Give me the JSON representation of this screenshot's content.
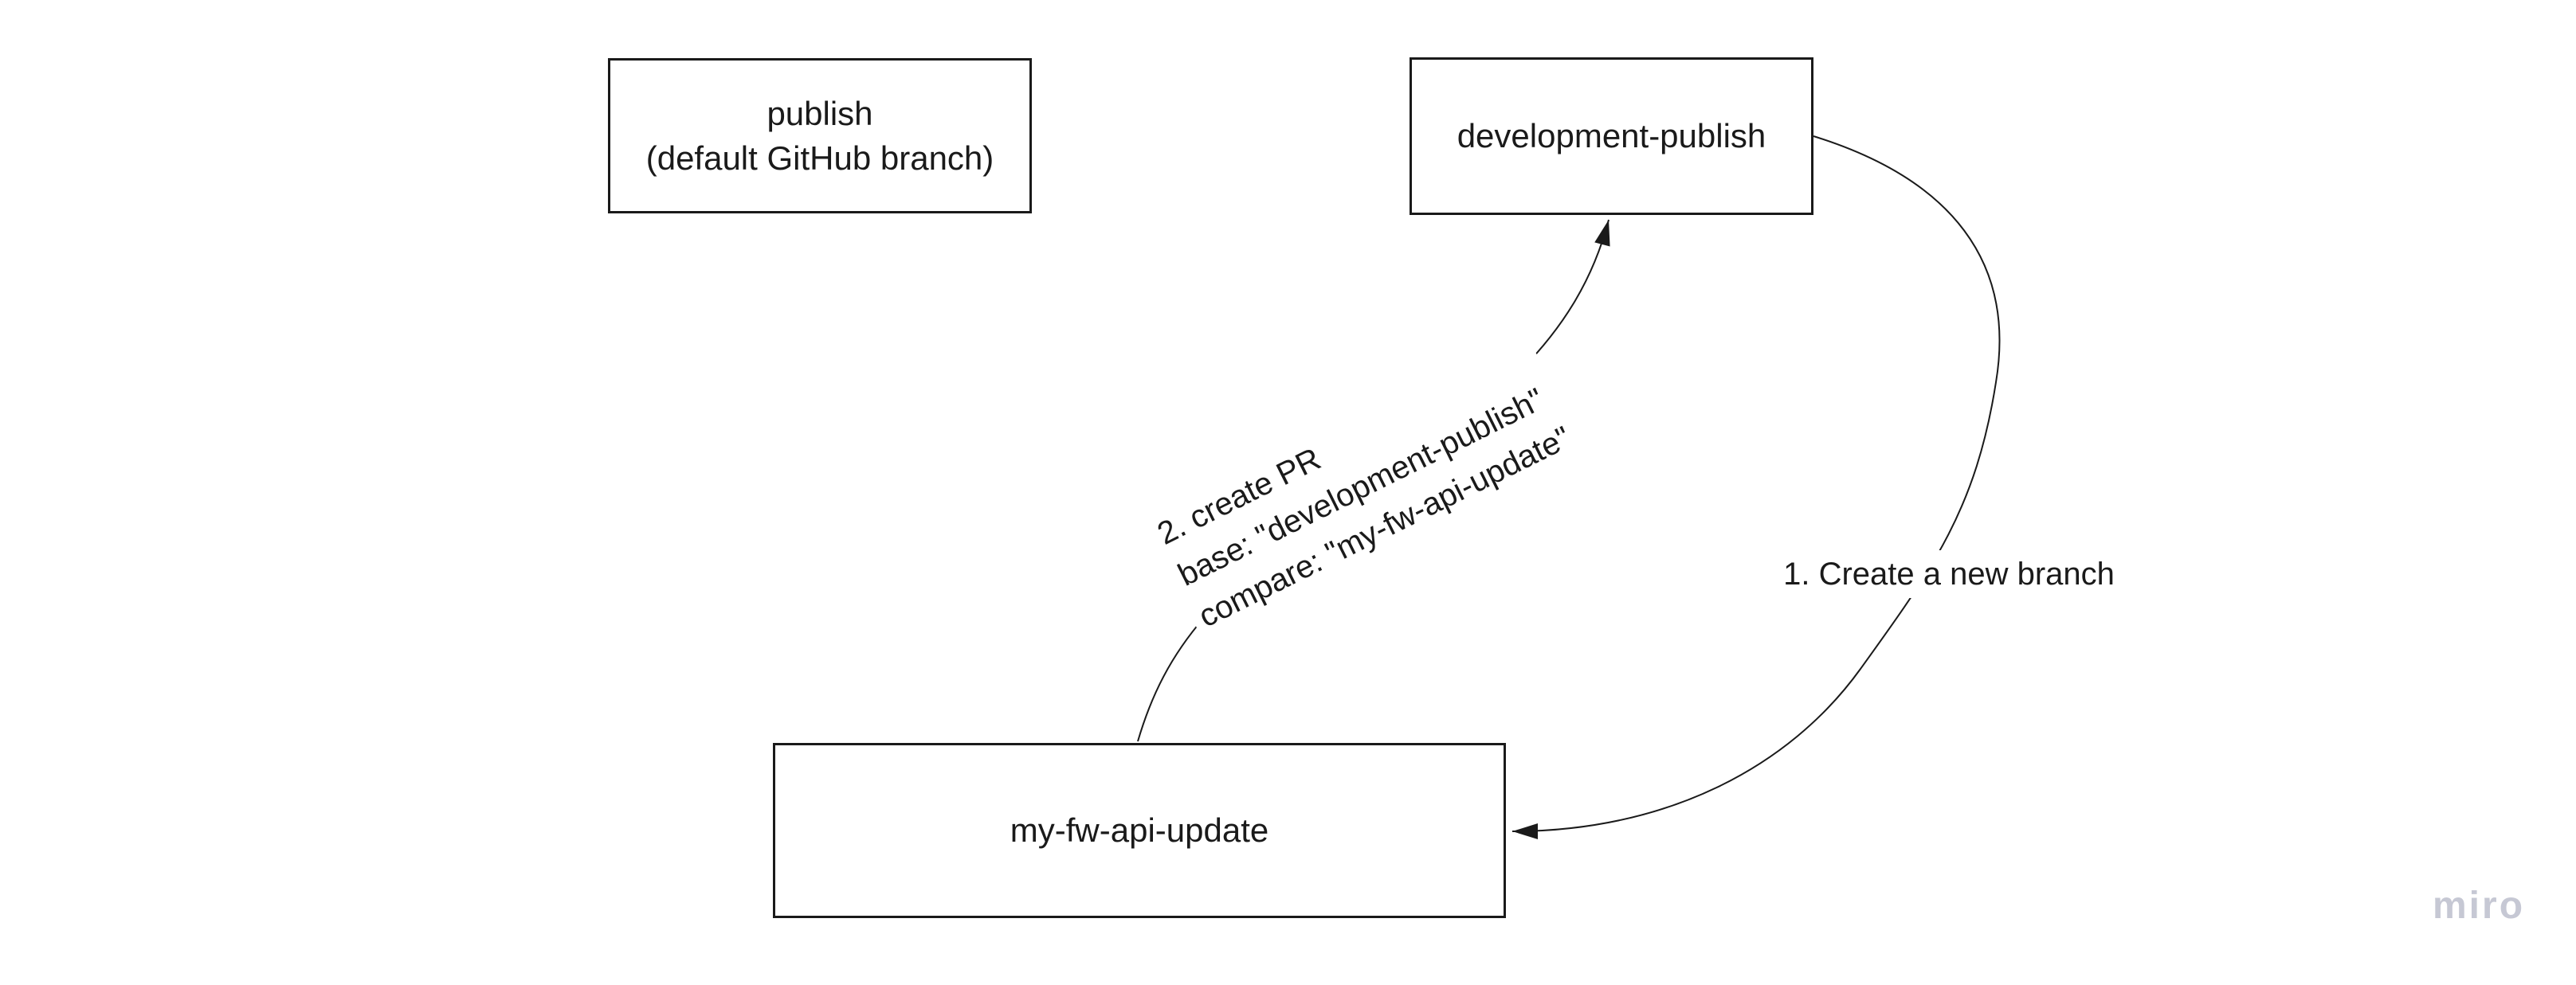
{
  "diagram": {
    "colors": {
      "background": "#ffffff",
      "line": "#1a1a1a",
      "text": "#1a1a1a",
      "watermark": "#c6c8d4"
    },
    "boxes": {
      "publish": {
        "lines": [
          "publish",
          "(default GitHub branch)"
        ]
      },
      "development_publish": {
        "label": "development-publish"
      },
      "my_fw_api_update": {
        "label": "my-fw-api-update"
      }
    },
    "connectors": {
      "create_branch": {
        "label": "1. Create a new branch"
      },
      "create_pr": {
        "lines": [
          "2. create PR",
          "base: \"development-publish\"",
          "compare: \"my-fw-api-update\""
        ]
      }
    },
    "watermark": "miro"
  }
}
